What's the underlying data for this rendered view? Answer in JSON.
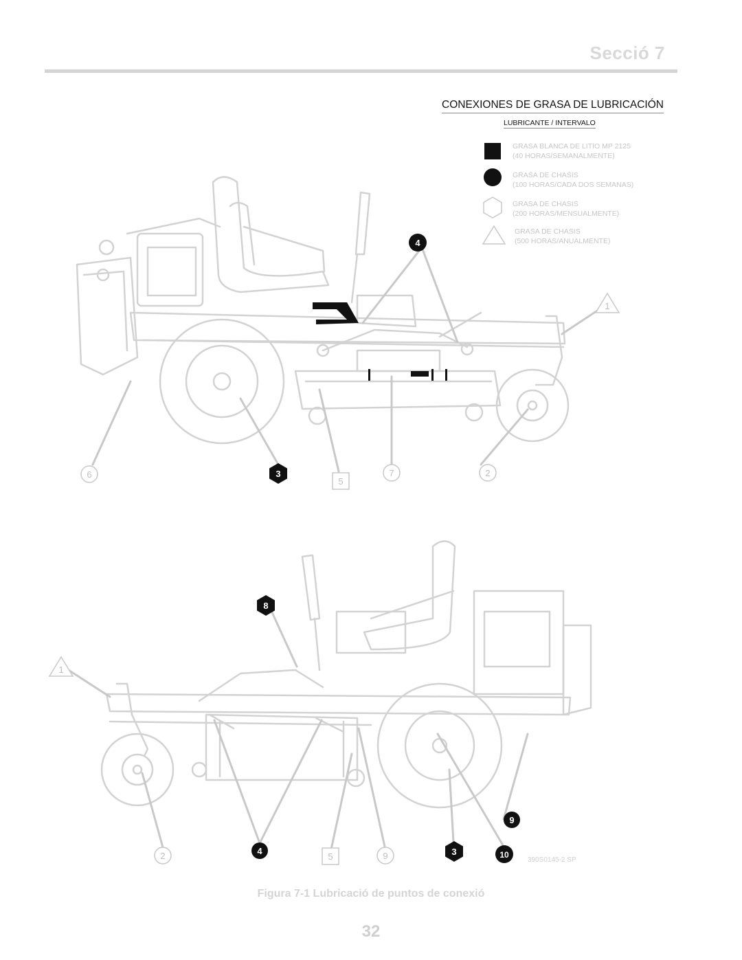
{
  "header": {
    "section_title": "Secció 7"
  },
  "legend": {
    "title": "CONEXIONES DE GRASA DE LUBRICACIÓN",
    "subtitle": "LUBRICANTE / INTERVALO",
    "items": [
      {
        "icon": "filled-square-icon",
        "line1": "GRASA BLANCA DE LITIO MP 2125",
        "line2": "(40 HORAS/SEMANALMENTE)"
      },
      {
        "icon": "filled-circle-icon",
        "line1": "GRASA DE CHASIS",
        "line2": "(100 HORAS/CADA DOS SEMANAS)"
      },
      {
        "icon": "hexagon-icon",
        "line1": "GRASA DE CHASIS",
        "line2": "(200 HORAS/MENSUALMENTE)"
      },
      {
        "icon": "triangle-icon",
        "line1": "GRASA DE CHASIS",
        "line2": "(500 HORAS/ANUALMENTE)"
      }
    ]
  },
  "top_diagram": {
    "callouts": [
      "4",
      "1",
      "6",
      "3",
      "5",
      "7",
      "2"
    ]
  },
  "bottom_diagram": {
    "callouts": [
      "8",
      "1",
      "2",
      "4",
      "5",
      "9",
      "3",
      "10",
      "9"
    ]
  },
  "part_number": "390S0145-2 SP",
  "figure_caption": "Figura 7-1 Lubricació de puntos de conexió",
  "page_number": "32",
  "colors": {
    "line_art": "#d2d2d2",
    "dark_fill": "#111111",
    "rule": "#d4d4d4",
    "faded_text": "#c6c6c6"
  }
}
